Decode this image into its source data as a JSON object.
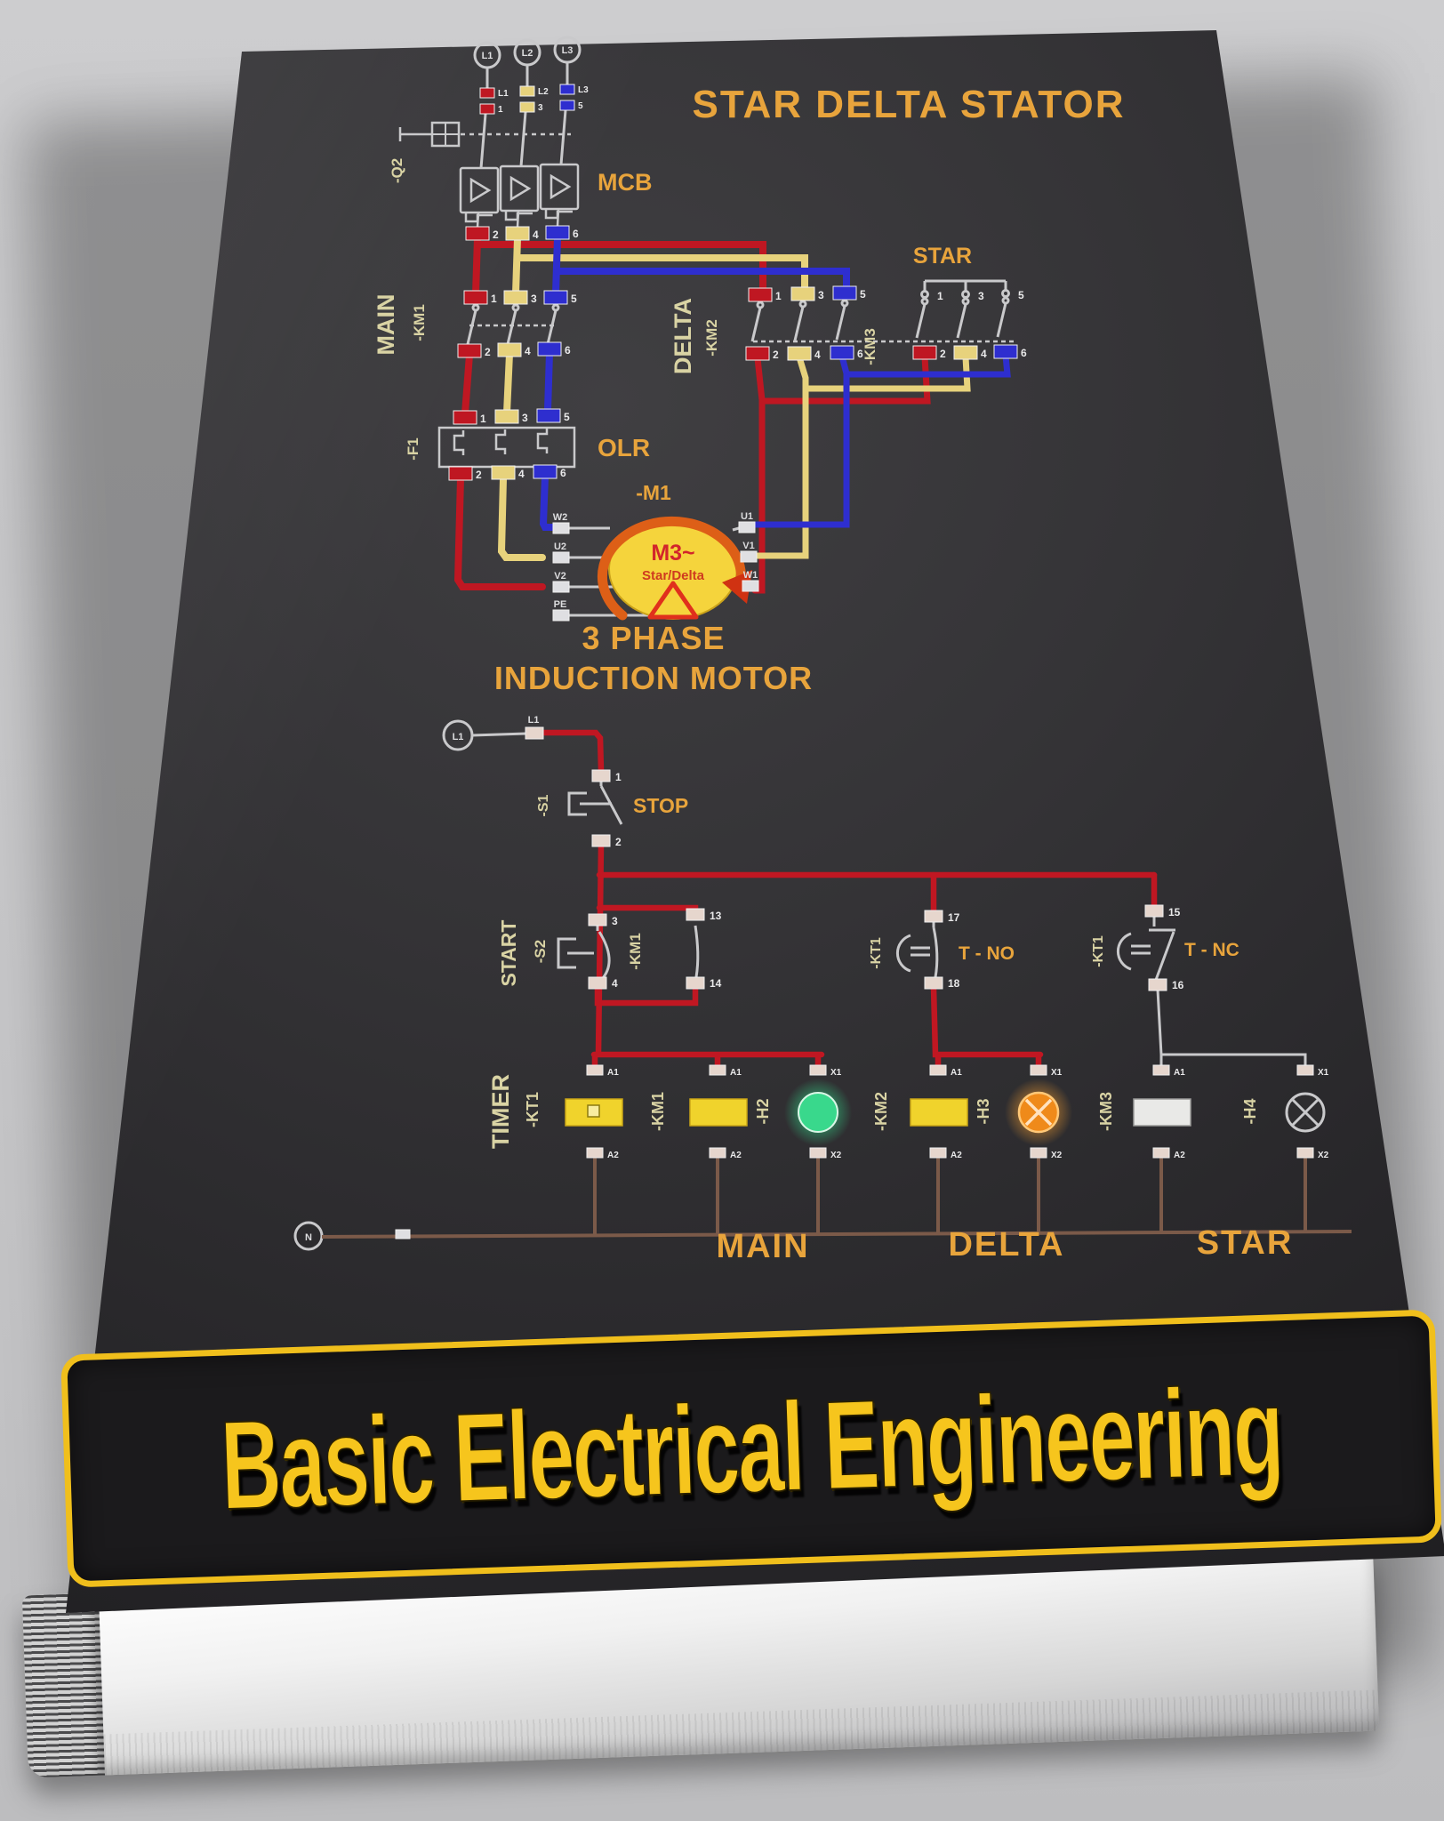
{
  "cover": {
    "title": "STAR DELTA STATOR",
    "banner_title": "Basic Electrical Engineering"
  },
  "power": {
    "supply_terminals": [
      "L1",
      "L2",
      "L3"
    ],
    "supply_block_labels": [
      "L1",
      "1",
      "L2",
      "3",
      "L3",
      "5"
    ],
    "breaker": {
      "ref": "-Q2",
      "name": "MCB",
      "out_terms": [
        "2",
        "4",
        "6"
      ]
    },
    "km1": {
      "group": "MAIN",
      "ref": "-KM1",
      "in_terms": [
        "1",
        "3",
        "5"
      ],
      "out_terms": [
        "2",
        "4",
        "6"
      ]
    },
    "km2": {
      "group": "DELTA",
      "ref": "-KM2",
      "in_terms": [
        "1",
        "3",
        "5"
      ],
      "out_terms": [
        "2",
        "4",
        "6"
      ]
    },
    "km3": {
      "group": "STAR",
      "ref": "-KM3",
      "in_terms": [
        "1",
        "3",
        "5"
      ],
      "out_terms": [
        "2",
        "4",
        "6"
      ]
    },
    "olr": {
      "ref": "-F1",
      "name": "OLR",
      "in_terms": [
        "1",
        "3",
        "5"
      ],
      "out_terms": [
        "2",
        "4",
        "6"
      ]
    },
    "motor": {
      "ref": "-M1",
      "label_line1": "M3~",
      "label_line2": "Star/Delta",
      "left_terms": [
        "W2",
        "U2",
        "V2",
        "PE"
      ],
      "right_terms": [
        "U1",
        "V1",
        "W1"
      ],
      "caption_line1": "3 PHASE",
      "caption_line2": "INDUCTION MOTOR"
    }
  },
  "control": {
    "line_terminal": "L1",
    "line_label": "L1",
    "neutral_terminal": "N",
    "stop": {
      "ref": "-S1",
      "name": "STOP",
      "terms": [
        "1",
        "2"
      ]
    },
    "start": {
      "ref": "-S2",
      "name": "START",
      "terms": [
        "3",
        "4"
      ]
    },
    "km1_aux": {
      "ref": "-KM1",
      "terms": [
        "13",
        "14"
      ]
    },
    "t_no": {
      "ref": "-KT1",
      "name": "T - NO",
      "terms": [
        "17",
        "18"
      ]
    },
    "t_nc": {
      "ref": "-KT1",
      "name": "T - NC",
      "terms": [
        "15",
        "16"
      ]
    },
    "timer_coil": {
      "group": "TIMER",
      "ref": "-KT1",
      "terms": [
        "A1",
        "A2"
      ]
    },
    "km1_coil": {
      "ref": "-KM1",
      "terms": [
        "A1",
        "A2"
      ]
    },
    "h2_lamp": {
      "ref": "-H2",
      "terms": [
        "X1",
        "X2"
      ]
    },
    "km2_coil": {
      "ref": "-KM2",
      "terms": [
        "A1",
        "A2"
      ]
    },
    "h3_lamp": {
      "ref": "-H3",
      "terms": [
        "X1",
        "X2"
      ]
    },
    "km3_coil": {
      "ref": "-KM3",
      "terms": [
        "A1",
        "A2"
      ]
    },
    "h4_lamp": {
      "ref": "-H4",
      "terms": [
        "X1",
        "X2"
      ]
    },
    "group_labels": [
      "MAIN",
      "DELTA",
      "STAR"
    ]
  },
  "colors": {
    "phase_red": "#bf1722",
    "phase_yellow": "#e7d27c",
    "phase_blue": "#2e2ecf",
    "gold_text": "#e8a43c",
    "label_khaki": "#d9d3a4",
    "coil_yellow": "#f0d32c",
    "lamp_green": "#39d88c",
    "lamp_orange": "#ef8a1a",
    "banner_yellow": "#f6c51d"
  }
}
